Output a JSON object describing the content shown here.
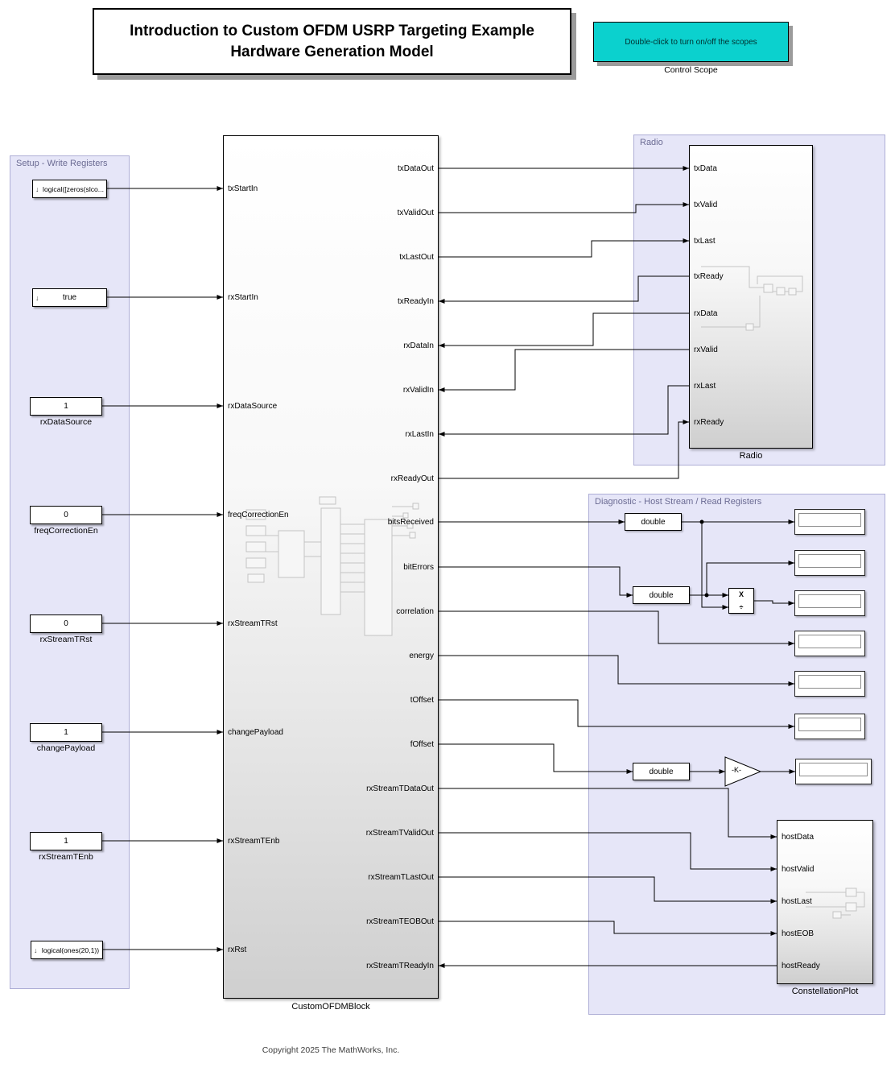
{
  "title_block": {
    "title": "Introduction to Custom OFDM USRP Targeting Example Hardware Generation Model"
  },
  "control_scope": {
    "button_label": "Double-click to turn on/off the scopes",
    "caption": "Control Scope",
    "button_color": "#0bd1ce"
  },
  "icons": {
    "step_arrow": "↓"
  },
  "setup_area": {
    "title": "Setup - Write Registers",
    "sources": [
      {
        "value": "logical([zeros(slco..."
      },
      {
        "value": "true"
      },
      {
        "value": "1",
        "label": "rxDataSource"
      },
      {
        "value": "0",
        "label": "freqCorrectionEn"
      },
      {
        "value": "0",
        "label": "rxStreamTRst"
      },
      {
        "value": "1",
        "label": "changePayload"
      },
      {
        "value": "1",
        "label": "rxStreamTEnb"
      },
      {
        "value": "logical(ones(20,1))"
      }
    ]
  },
  "custom_block": {
    "name": "CustomOFDMBlock",
    "left_ports": [
      "txStartIn",
      "rxStartIn",
      "rxDataSource",
      "freqCorrectionEn",
      "rxStreamTRst",
      "changePayload",
      "rxStreamTEnb",
      "rxRst"
    ],
    "right_ports": [
      "txDataOut",
      "txValidOut",
      "txLastOut",
      "txReadyIn",
      "rxDataIn",
      "rxValidIn",
      "rxLastIn",
      "rxReadyOut",
      "bitsReceived",
      "bitErrors",
      "correlation",
      "energy",
      "tOffset",
      "fOffset",
      "rxStreamTDataOut",
      "rxStreamTValidOut",
      "rxStreamTLastOut",
      "rxStreamTEOBOut",
      "rxStreamTReadyIn"
    ]
  },
  "radio": {
    "area_title": "Radio",
    "block_name": "Radio",
    "ports": [
      "txData",
      "txValid",
      "txLast",
      "txReady",
      "rxData",
      "rxValid",
      "rxLast",
      "rxReady"
    ]
  },
  "diagnostic": {
    "area_title": "Diagnostic - Host Stream / Read Registers",
    "converters": [
      "double",
      "double",
      "double"
    ],
    "divide": {
      "top": "X",
      "bottom": "÷"
    },
    "gain": "-K-",
    "displays": [
      "",
      "",
      "",
      "",
      "",
      "",
      ""
    ],
    "constellation": {
      "name": "ConstellationPlot",
      "ports": [
        "hostData",
        "hostValid",
        "hostLast",
        "hostEOB",
        "hostReady"
      ]
    }
  },
  "footer": {
    "copyright": "Copyright 2025 The MathWorks, Inc."
  }
}
